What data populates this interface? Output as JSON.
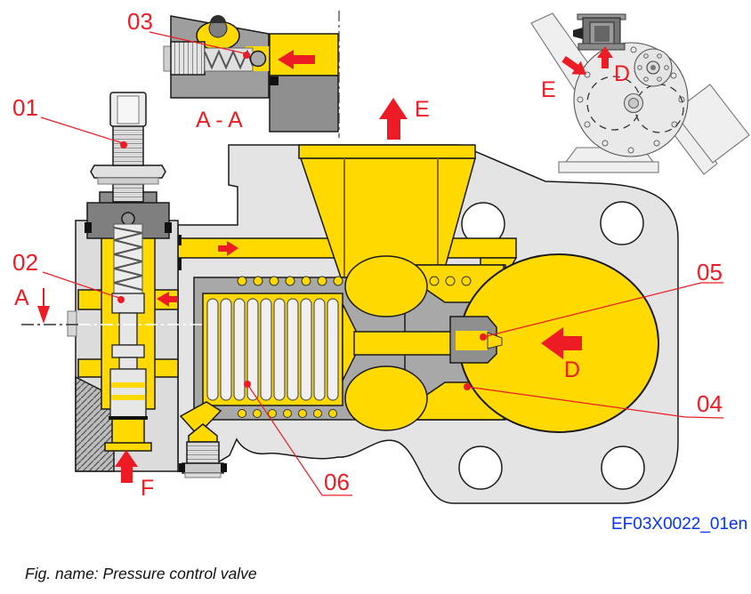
{
  "figure": {
    "caption": "Fig. name: Pressure control valve",
    "drawing_id": "EF03X0022_01en"
  },
  "callouts": {
    "c01": "01",
    "c02": "02",
    "c03": "03",
    "c04": "04",
    "c05": "05",
    "c06": "06"
  },
  "section": {
    "label": "A - A",
    "marker": "A"
  },
  "ports": {
    "d": "D",
    "e": "E",
    "f": "F"
  },
  "pump": {
    "d": "D",
    "e": "E"
  },
  "colors": {
    "highlight_yellow": "#FFD900",
    "callout_red": "#ED1C24",
    "drawing_id_blue": "#0433FF",
    "body_gray": "#E4E4E4",
    "section_gray": "#A8A8A8"
  }
}
